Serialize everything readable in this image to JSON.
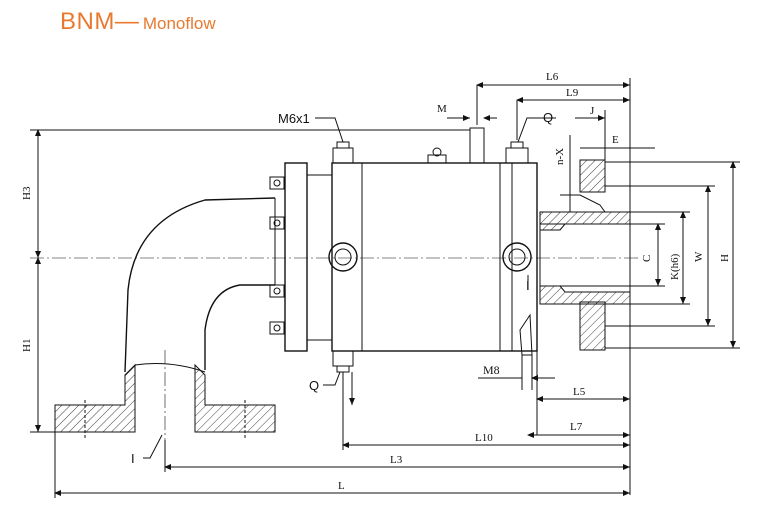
{
  "title": {
    "main": "BNM",
    "dash": "—",
    "sub": "Monoflow"
  },
  "labels": {
    "m6x1": "M6x1",
    "q_top": "Q",
    "q_bottom": "Q",
    "i_left": "I",
    "i_right": "I",
    "m": "M",
    "nx": "n-X",
    "j": "J",
    "e": "E",
    "m8": "M8"
  },
  "dimensions": {
    "l6": "L6",
    "l9": "L9",
    "h3": "H3",
    "h1": "H1",
    "c": "C",
    "k": "K(h6)",
    "w": "W",
    "h": "H",
    "l5": "L5",
    "l7": "L7",
    "l10": "L10",
    "l3": "L3",
    "l": "L"
  },
  "colors": {
    "accent": "#e8792f",
    "line": "#111111"
  }
}
